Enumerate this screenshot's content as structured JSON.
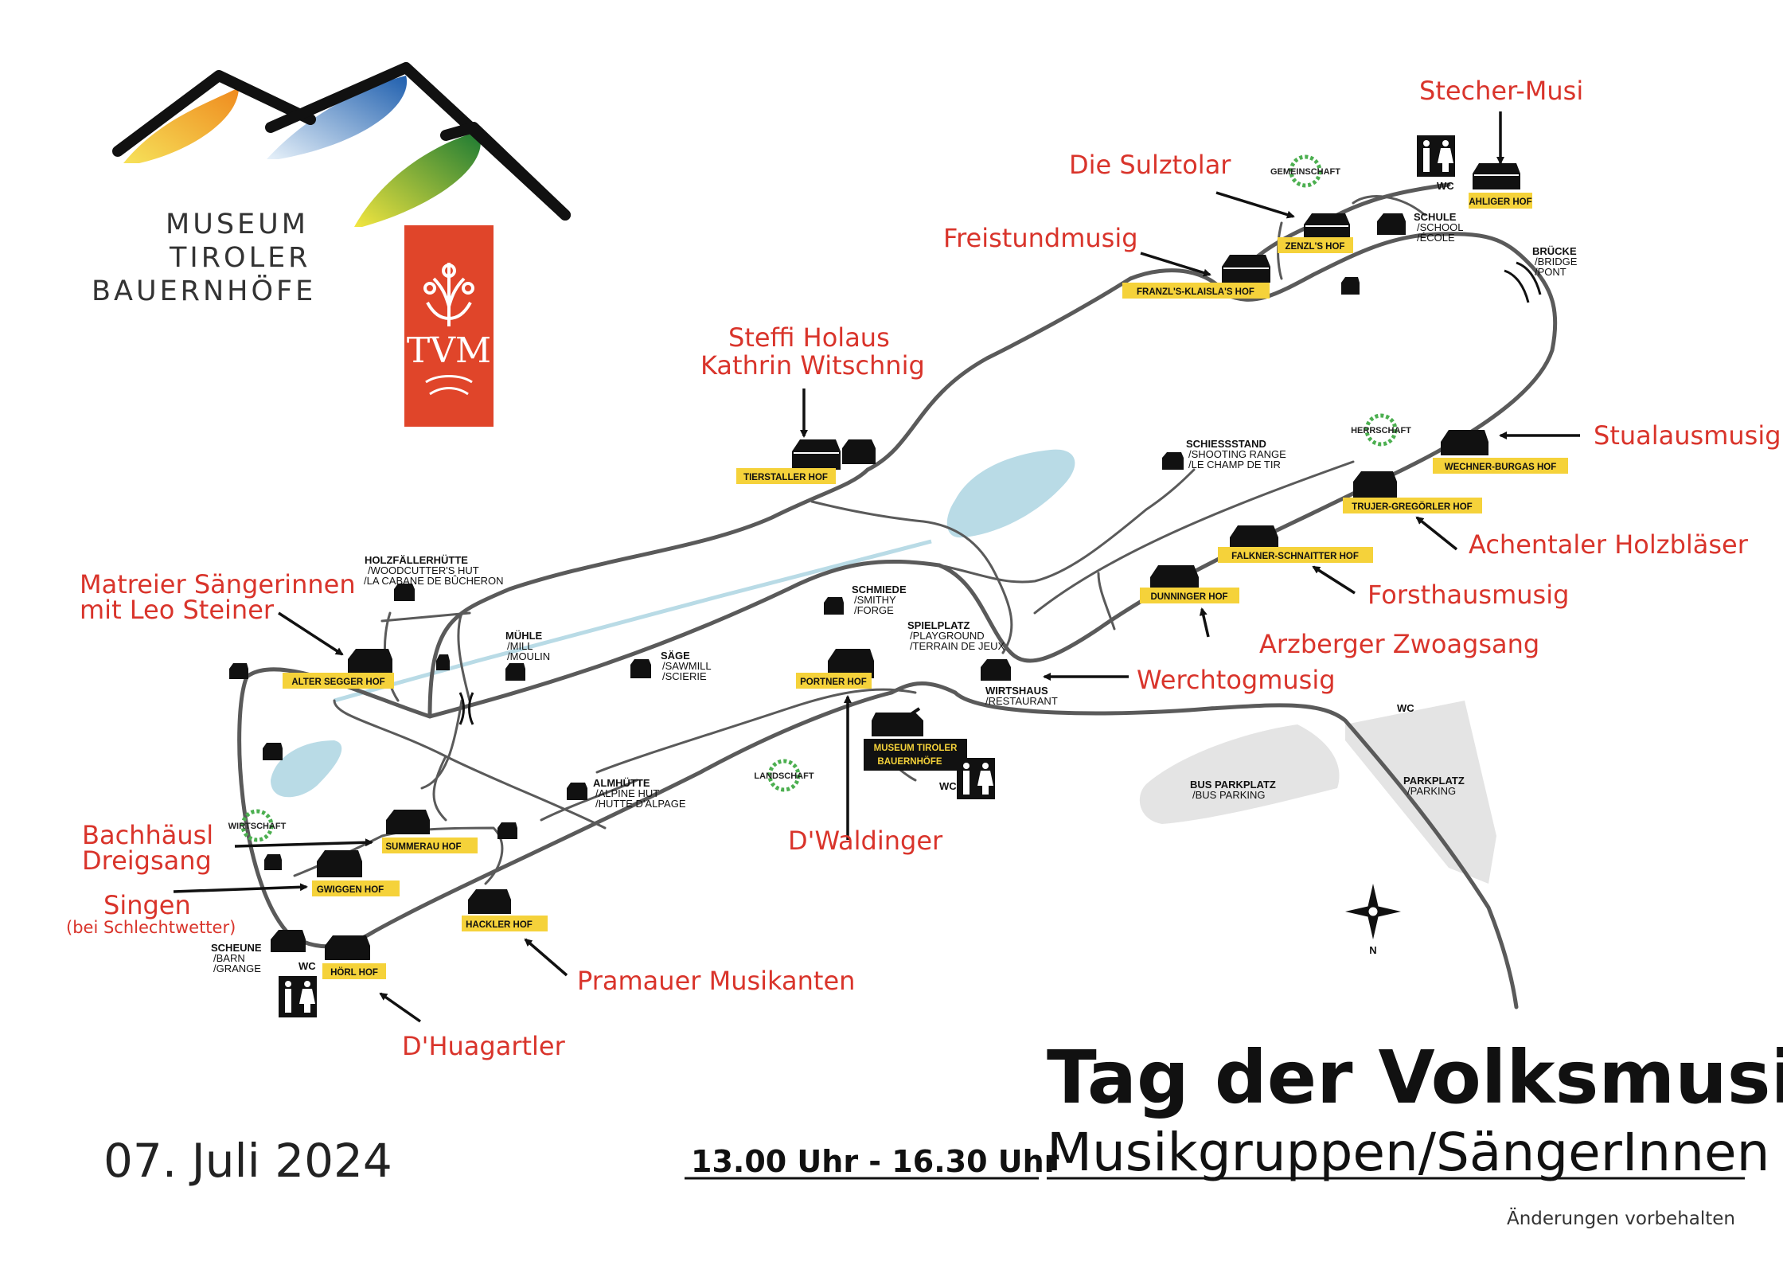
{
  "logo": {
    "name_line1": "MUSEUM",
    "name_line2": "TIROLER",
    "name_line3": "BAUERNHÖFE",
    "badge": "TVM",
    "badge_color": "#e0452a"
  },
  "title": "Tag der Volksmusik",
  "subtitle": "Musikgruppen/SängerInnen",
  "time": "13.00 Uhr - 16.30 Uhr",
  "date": "07. Juli 2024",
  "note": "Änderungen vorbehalten",
  "colors": {
    "performer": "#d9342b",
    "farm_band": "#f5d23a",
    "road": "#5a5a5a",
    "water": "#b9dbe6",
    "parking": "#e4e4e4",
    "spot": "#4caf50"
  },
  "compass_n": "N",
  "spots": {
    "gemeinschaft": "GEMEINSCHAFT",
    "herrschaft": "HERRSCHAFT",
    "landschaft": "LANDSCHAFT",
    "wirtschaft": "WIRTSCHAFT"
  },
  "farms": {
    "ahliger": "AHLIGER HOF",
    "zenzl": "ZENZL'S HOF",
    "franzl": "FRANZL'S-KLAISLA'S HOF",
    "tierstaller": "TIERSTALLER HOF",
    "wechner": "WECHNER-BURGAS HOF",
    "trujer": "TRUJER-GREGÖRLER HOF",
    "falkner": "FALKNER-SCHNAITTER HOF",
    "dunninger": "DUNNINGER HOF",
    "portner": "PORTNER HOF",
    "alter_segger": "ALTER SEGGER HOF",
    "summerau": "SUMMERAU HOF",
    "gwiggen": "GWIGGEN HOF",
    "hackler": "HACKLER HOF",
    "hoerl": "HÖRL HOF",
    "museum_1": "MUSEUM TIROLER",
    "museum_2": "BAUERNHÖFE"
  },
  "places": {
    "schule": [
      "SCHULE",
      "/SCHOOL",
      "/ÉCOLE"
    ],
    "bruecke": [
      "BRÜCKE",
      "/BRIDGE",
      "/PONT"
    ],
    "schiessstand": [
      "SCHIESSSTAND",
      "/SHOOTING RANGE",
      "/LE CHAMP DE TIR"
    ],
    "holzfaeller": [
      "HOLZFÄLLERHÜTTE",
      "/WOODCUTTER'S HUT",
      "/LA CABANE DE BÛCHERON"
    ],
    "schmiede": [
      "SCHMIEDE",
      "/SMITHY",
      "/FORGE"
    ],
    "spielplatz": [
      "SPIELPLATZ",
      "/PLAYGROUND",
      "/TERRAIN DE JEUX"
    ],
    "muehle": [
      "MÜHLE",
      "/MILL",
      "/MOULIN"
    ],
    "saege": [
      "SÄGE",
      "/SAWMILL",
      "/SCIERIE"
    ],
    "wirtshaus": [
      "WIRTSHAUS",
      "/RESTAURANT"
    ],
    "almhuette": [
      "ALMHÜTTE",
      "/ALPINE HUT",
      "/HUTTE D'ALPAGE"
    ],
    "bus": [
      "BUS PARKPLATZ",
      "/BUS PARKING"
    ],
    "parkplatz": [
      "PARKPLATZ",
      "/PARKING"
    ],
    "scheune": [
      "SCHEUNE",
      "/BARN",
      "/GRANGE"
    ],
    "wc": "WC"
  },
  "performers": {
    "stecher": "Stecher-Musi",
    "sulztolar": "Die Sulztolar",
    "freistund": "Freistundmusig",
    "steffi": "Steffi Holaus",
    "kathrin": "Kathrin Witschnig",
    "stualaus": "Stualausmusig",
    "achentaler": "Achentaler Holzbläser",
    "forsthaus": "Forsthausmusig",
    "arzberger": "Arzberger Zwoagsang",
    "werchtog": "Werchtogmusig",
    "matreier1": "Matreier Sängerinnen",
    "matreier2": "mit Leo Steiner",
    "bachhaeusl1": "Bachhäusl",
    "bachhaeusl2": "Dreigsang",
    "singen": "Singen",
    "schlechtwetter": "(bei Schlechtwetter)",
    "waldinger": "D'Waldinger",
    "pramauer": "Pramauer Musikanten",
    "huagartler": "D'Huagartler"
  }
}
